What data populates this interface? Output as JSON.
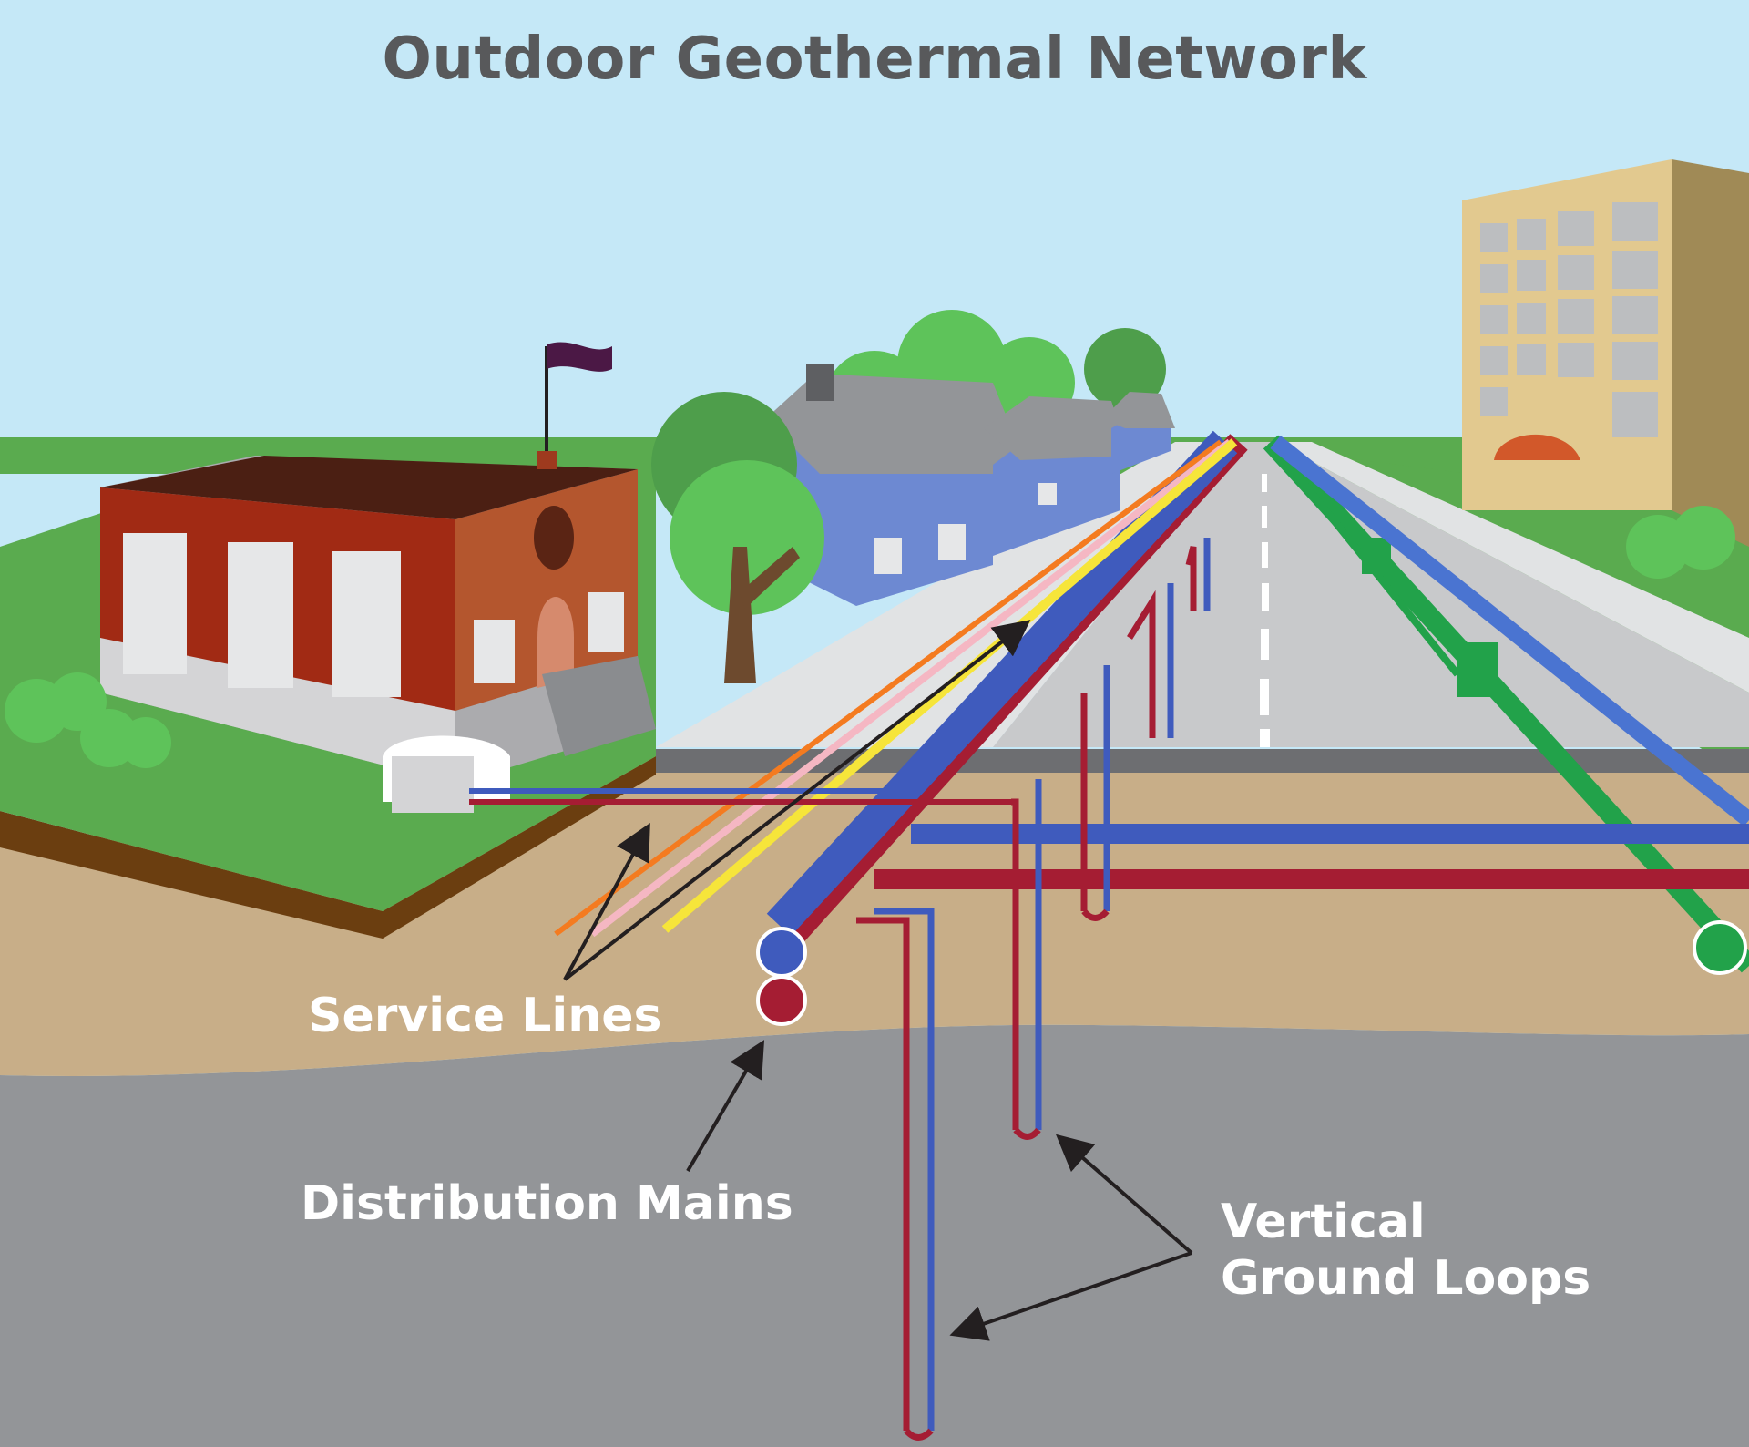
{
  "title": "Outdoor Geothermal Network",
  "labels": {
    "service_lines": "Service Lines",
    "distribution_mains": "Distribution Mains",
    "vertical_ground_loops_line1": "Vertical",
    "vertical_ground_loops_line2": "Ground Loops"
  },
  "colors": {
    "sky": "#c5e8f7",
    "grass": "#5aab4f",
    "soil": "#c8ae88",
    "bedrock": "#939598",
    "supply_pipe": "#3f5bbd",
    "return_pipe": "#a51d33",
    "green_pipe": "#22a24a",
    "service_orange": "#f47b20",
    "service_yellow": "#f6e53a",
    "service_pink": "#f5b7c3",
    "title_text": "#58595b",
    "label_text": "#ffffff"
  }
}
